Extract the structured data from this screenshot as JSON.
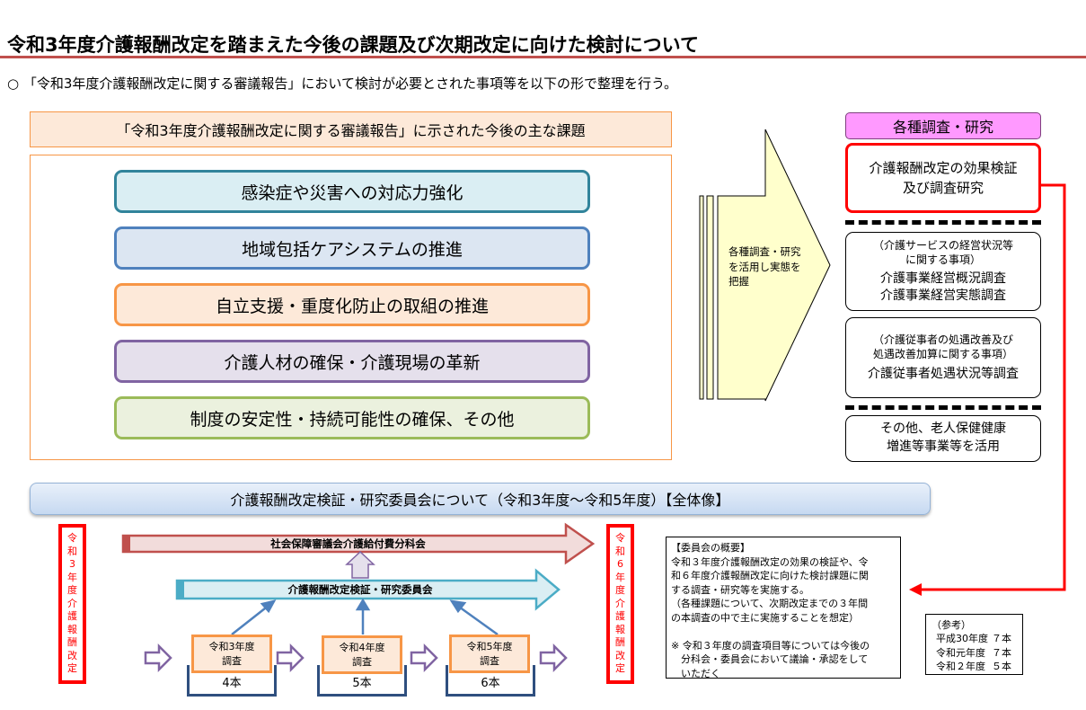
{
  "header": {
    "title": "令和3年度介護報酬改定を踏まえた今後の課題及び次期改定に向けた検討について",
    "intro": "○ 「令和3年度介護報酬改定に関する審議報告」において検討が必要とされた事項等を以下の形で整理を行う。"
  },
  "issues": {
    "heading": "「令和3年度介護報酬改定に関する審議報告」に示された今後の主な課題",
    "items": [
      {
        "label": "感染症や災害への対応力強化",
        "border": "#31849b",
        "fill": "#daeef3"
      },
      {
        "label": "地域包括ケアシステムの推進",
        "border": "#4f81bd",
        "fill": "#dce6f2"
      },
      {
        "label": "自立支援・重度化防止の取組の推進",
        "border": "#f79646",
        "fill": "#fde9d9"
      },
      {
        "label": "介護人材の確保・介護現場の革新",
        "border": "#8064a2",
        "fill": "#e5e0ec"
      },
      {
        "label": "制度の安定性・持続可能性の確保、その他",
        "border": "#9bbb59",
        "fill": "#ebf1de"
      }
    ]
  },
  "big_arrow": {
    "lines": [
      "各種調査・研究",
      "を活用し実態を",
      "把握"
    ]
  },
  "research": {
    "heading": "各種調査・研究",
    "main": [
      "介護報酬改定の効果検証",
      "及び調査研究"
    ],
    "boxes": [
      {
        "sub": [
          "（介護サービスの経営状況等",
          "に関する事項）"
        ],
        "main": [
          "介護事業経営概況調査",
          "介護事業経営実態調査"
        ]
      },
      {
        "sub": [
          "（介護従事者の処遇改善及び",
          "処遇改善加算に関する事項）"
        ],
        "main": [
          "介護従事者処遇状況等調査"
        ]
      },
      {
        "sub": [],
        "main": [
          "その他、老人保健健康",
          "増進等事業等を活用"
        ]
      }
    ]
  },
  "overview": {
    "heading": "介護報酬改定検証・研究委員会について（令和3年度～令和5年度）【全体像】",
    "left_vertical": [
      "令",
      "和",
      "3",
      "年",
      "度",
      "介",
      "護",
      "報",
      "酬",
      "改",
      "定"
    ],
    "right_vertical": [
      "令",
      "和",
      "6",
      "年",
      "度",
      "介",
      "護",
      "報",
      "酬",
      "改",
      "定"
    ],
    "subcommittee": "社会保障審議会介護給付費分科会",
    "committee": "介護報酬改定検証・研究委員会",
    "years": [
      {
        "line1": "令和3年度",
        "line2": "調査",
        "count": "4本"
      },
      {
        "line1": "令和4年度",
        "line2": "調査",
        "count": "5本"
      },
      {
        "line1": "令和5年度",
        "line2": "調査",
        "count": "6本"
      }
    ],
    "colors": {
      "subcommittee_border": "#c0504d",
      "subcommittee_fill": "#f2dcdb",
      "committee_border": "#4bacc6",
      "committee_fill": "#daeef3",
      "flow_arrow": "#8064a2",
      "link_arrow": "#4f81bd",
      "connector": "#ff0000"
    }
  },
  "summary": {
    "heading": "【委員会の概要】",
    "body": [
      "令和３年度介護報酬改定の効果の検証や、令",
      "和６年度介護報酬改定に向けた検討課題に関",
      "する調査・研究等を実施する。",
      "（各種課題について、次期改定までの３年間",
      "の本調査の中で主に実施することを想定）"
    ],
    "note": [
      "※ 令和３年度の調査項目等については今後の",
      "　分科会・委員会において議論・承認をして",
      "　いただく"
    ]
  },
  "reference": {
    "heading": "（参考）",
    "rows": [
      {
        "year": "平成30年度",
        "count": "７本"
      },
      {
        "year": "令和元年度",
        "count": "７本"
      },
      {
        "year": "令和２年度",
        "count": "５本"
      }
    ]
  }
}
